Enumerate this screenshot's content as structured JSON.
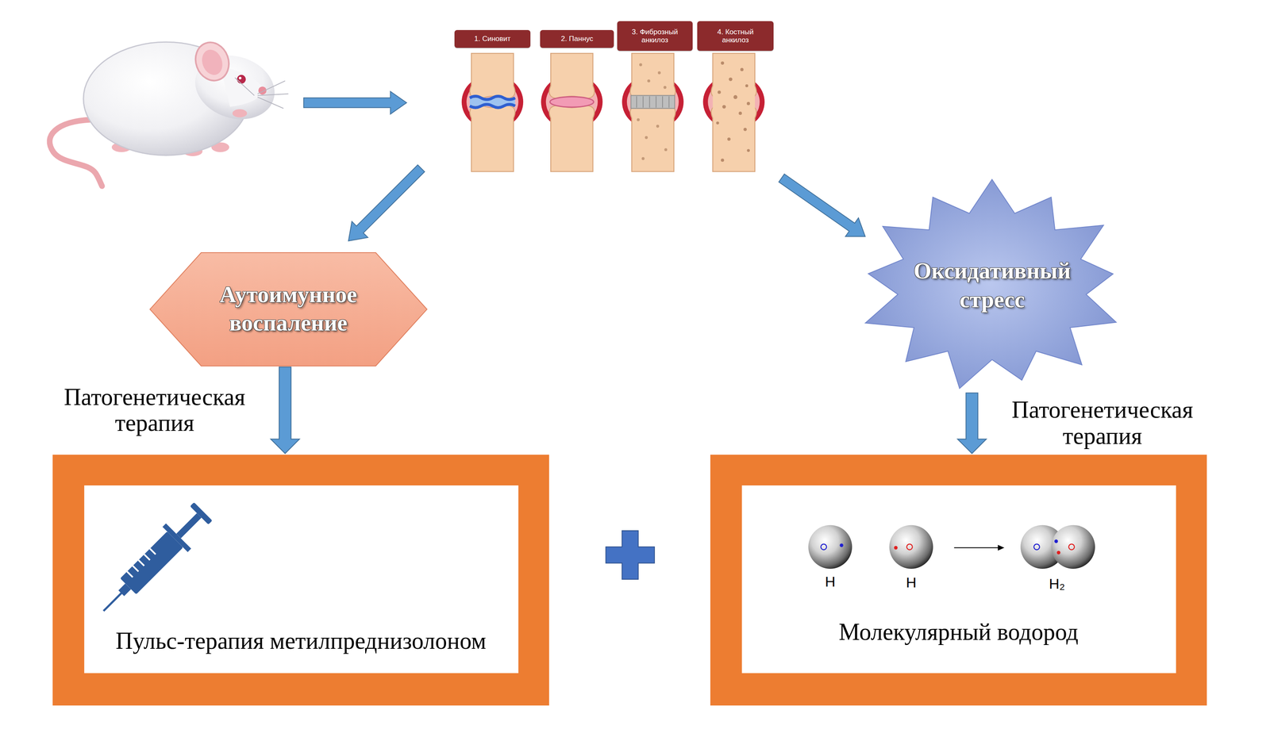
{
  "diagram": {
    "nodes": [
      {
        "text": [
          "1. Синовит"
        ]
      },
      {
        "text": [
          "2. Паннус"
        ]
      },
      {
        "text": [
          "3. Фиброзный анкилоз"
        ]
      },
      {
        "text": [
          "4. Костный анкилоз"
        ]
      },
      {
        "text": [
          "Аутоимунное воспаление"
        ]
      },
      {
        "text": [
          "Оксидативный стресс"
        ]
      },
      {
        "text": [
          "Пульс-терапия метилпреднизолоном"
        ]
      },
      {
        "text": [
          "Молекулярный водород"
        ]
      }
    ],
    "edges": [
      {
        "from": 4,
        "to": 6,
        "arrow": "to",
        "label": "Патогенетическая терапия"
      },
      {
        "from": 5,
        "to": 7,
        "arrow": "to",
        "label": "Патогенетическая терапия"
      }
    ],
    "labels": [
      "H",
      "H",
      "H₂"
    ]
  }
}
